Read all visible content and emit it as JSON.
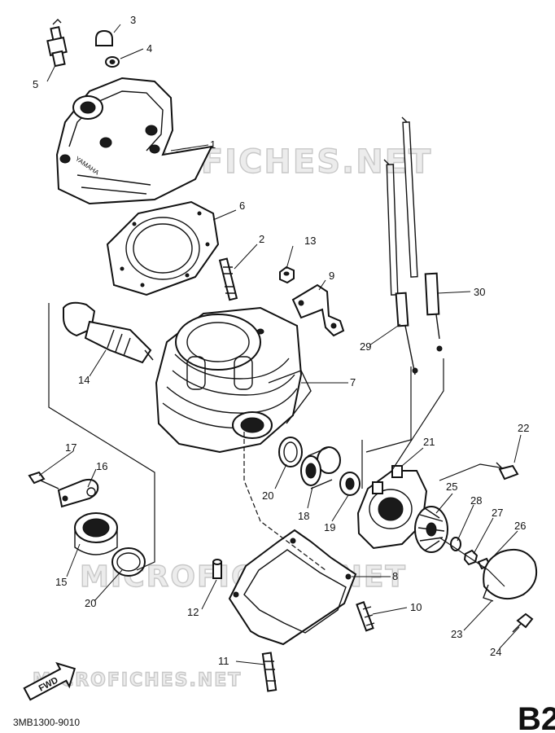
{
  "watermark": {
    "top": "MICROFICHES.NET",
    "middle": "MICROFICHES.NET",
    "bottom": "MICROFICHES.NET"
  },
  "embossed_brand": "YAMAHA",
  "fwd_label": "FWD",
  "footer_code": "3MB1300-9010",
  "page_code": "B2",
  "callouts": {
    "c1": "1",
    "c2": "2",
    "c3": "3",
    "c4": "4",
    "c5": "5",
    "c6": "6",
    "c7": "7",
    "c8": "8",
    "c9": "9",
    "c10": "10",
    "c11": "11",
    "c12": "12",
    "c13": "13",
    "c14": "14",
    "c15": "15",
    "c16": "16",
    "c17": "17",
    "c18": "18",
    "c19": "19",
    "c20a": "20",
    "c20b": "20",
    "c21": "21",
    "c22": "22",
    "c23": "23",
    "c24": "24",
    "c25": "25",
    "c26": "26",
    "c27": "27",
    "c28": "28",
    "c29": "29",
    "c30": "30"
  }
}
